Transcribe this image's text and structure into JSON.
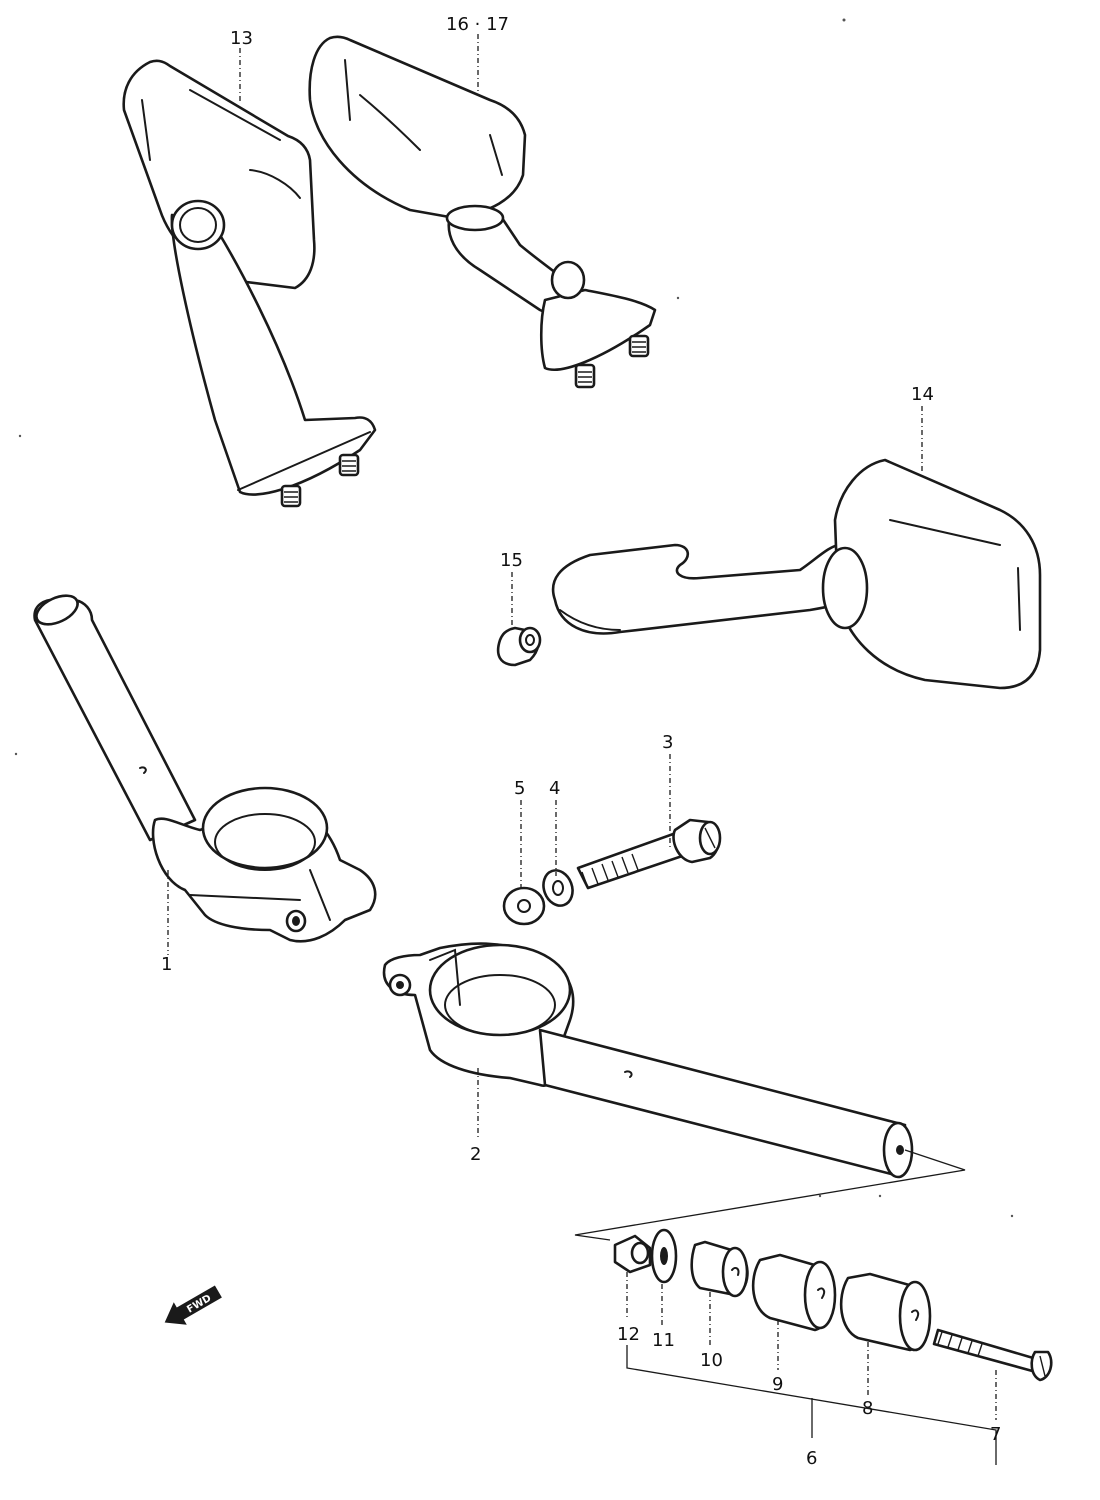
{
  "callouts": {
    "c1": "1",
    "c2": "2",
    "c3": "3",
    "c4": "4",
    "c5": "5",
    "c6": "6",
    "c7": "7",
    "c8": "8",
    "c9": "9",
    "c10": "10",
    "c11": "11",
    "c12": "12",
    "c13": "13",
    "c14": "14",
    "c15": "15",
    "c16_17": "16 · 17"
  },
  "fwd_marker": "FWD",
  "line_color": "#1a1a1a"
}
